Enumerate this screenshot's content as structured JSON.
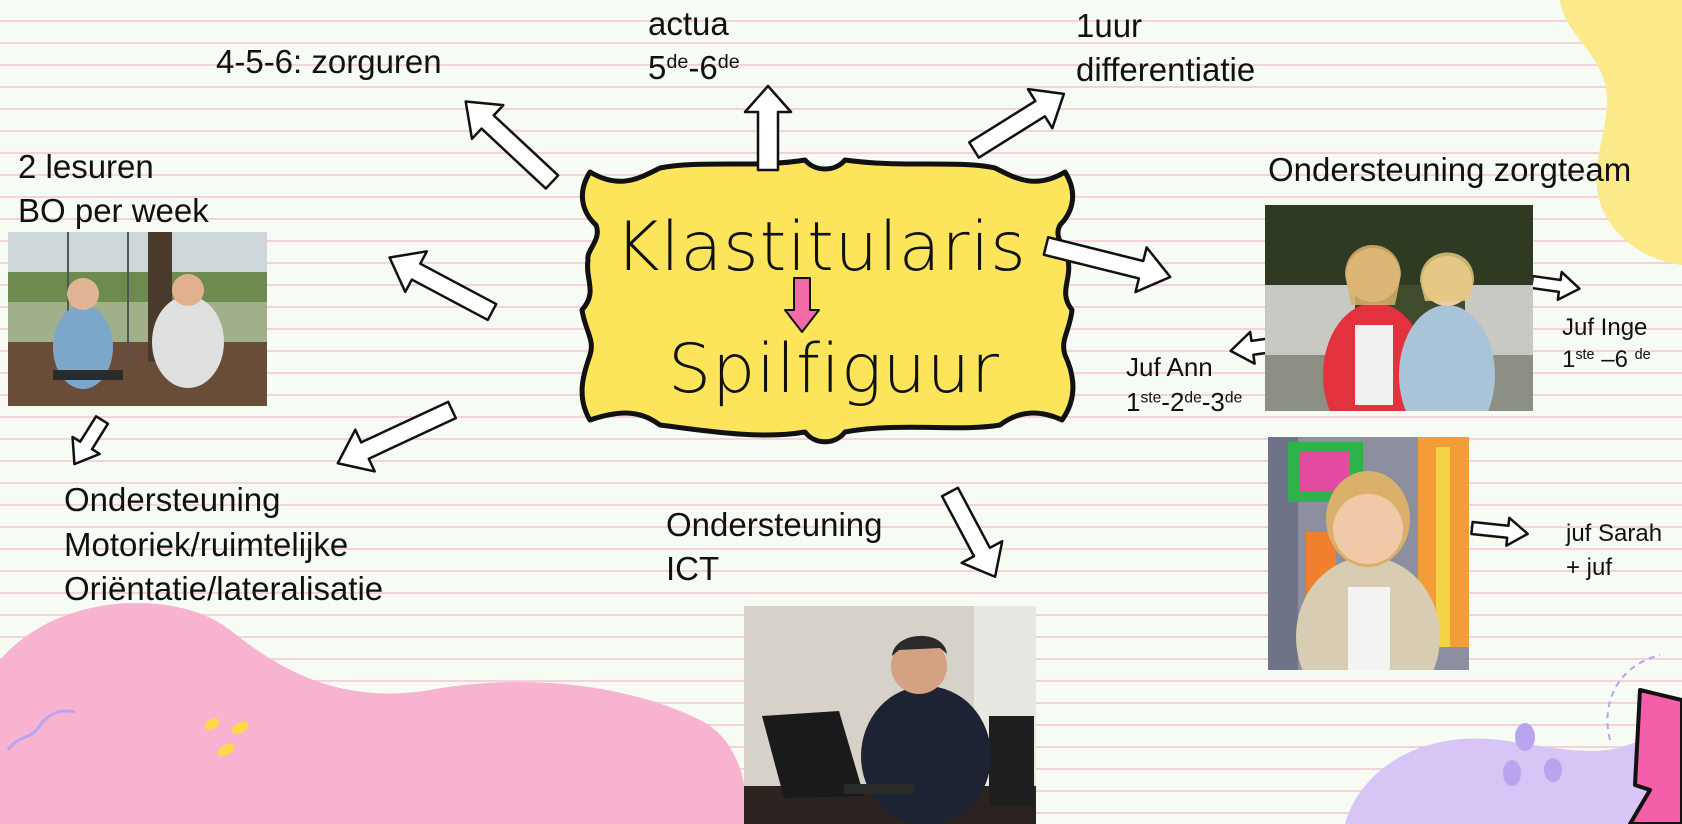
{
  "center": {
    "title": "Klastitularis",
    "subtitle": "Spilfiguur"
  },
  "labels": {
    "zorguren": "4-5-6: zorguren",
    "actua_line1": "actua",
    "actua_line2_a": "5",
    "actua_line2_sup_a": "de",
    "actua_line2_b": "-6",
    "actua_line2_sup_b": "de",
    "differentiatie_line1": "1uur",
    "differentiatie_line2": "differentiatie",
    "bo_line1": "2 lesuren",
    "bo_line2": "BO per week",
    "motoriek_line1": "Ondersteuning",
    "motoriek_line2": "Motoriek/ruimtelijke",
    "motoriek_line3": "Oriëntatie/lateralisatie",
    "ict_line1": "Ondersteuning",
    "ict_line2": "ICT",
    "zorgteam": "Ondersteuning zorgteam",
    "ann_name": "Juf Ann",
    "ann_a": "1",
    "ann_sup_a": "ste",
    "ann_b": "-2",
    "ann_sup_b": "de",
    "ann_c": "-3",
    "ann_sup_c": "de",
    "inge_name": "Juf Inge",
    "inge_a": "1",
    "inge_sup_a": "ste",
    "inge_b": " –6 ",
    "inge_sup_b": "de",
    "sarah_line1": "juf Sarah",
    "sarah_line2": "+ juf"
  },
  "colors": {
    "center_fill": "#fde55b",
    "center_stroke": "#111111",
    "down_arrow": "#f36aa8",
    "pink_blob": "#f7b3cf",
    "yellow_blob": "#fbe98a",
    "purple_blob": "#d7c6f5",
    "lines": "#f5d2d8",
    "background": "#f6fbf3"
  },
  "icons": [
    "arrow-icon",
    "lightning-icon",
    "squiggle-icon"
  ]
}
